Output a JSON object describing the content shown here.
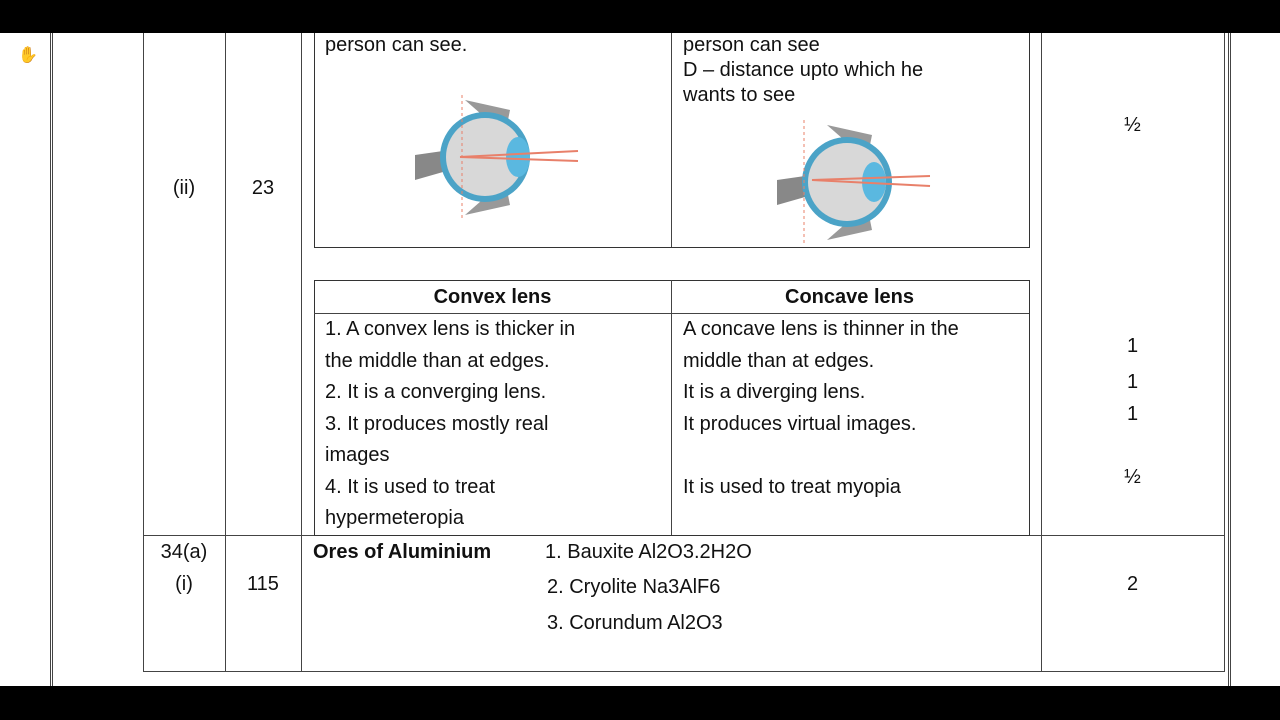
{
  "row_ii": {
    "sub_q": "(ii)",
    "page": "23",
    "left_cell_text": "person can see.",
    "right_cell_lines": [
      "person can see",
      "D – distance upto which he",
      "wants to see"
    ],
    "marks_top": "½",
    "table": {
      "headers": [
        "Convex lens",
        "Concave lens"
      ],
      "convex": [
        "1. A convex lens is thicker in",
        "the middle than at edges.",
        "2. It is a converging lens.",
        "3. It produces mostly real",
        "images",
        "4. It is used to treat",
        "hypermeteropia"
      ],
      "concave": [
        "A concave lens is thinner in the",
        "middle than at edges.",
        "It is a diverging lens.",
        "It produces virtual images.",
        "It is used to treat myopia"
      ],
      "marks": [
        "1",
        "1",
        "1",
        "½"
      ]
    }
  },
  "row_34": {
    "q_lines": [
      "34(a)",
      "(i)"
    ],
    "page": "115",
    "heading": "Ores of Aluminium",
    "ores": [
      "1. Bauxite Al2O3.2H2O",
      "2. Cryolite Na3AlF6",
      "3. Corundum Al2O3"
    ],
    "marks": "2"
  },
  "colors": {
    "eye_blue": "#4ba3c7",
    "ray": "#e8806a"
  }
}
